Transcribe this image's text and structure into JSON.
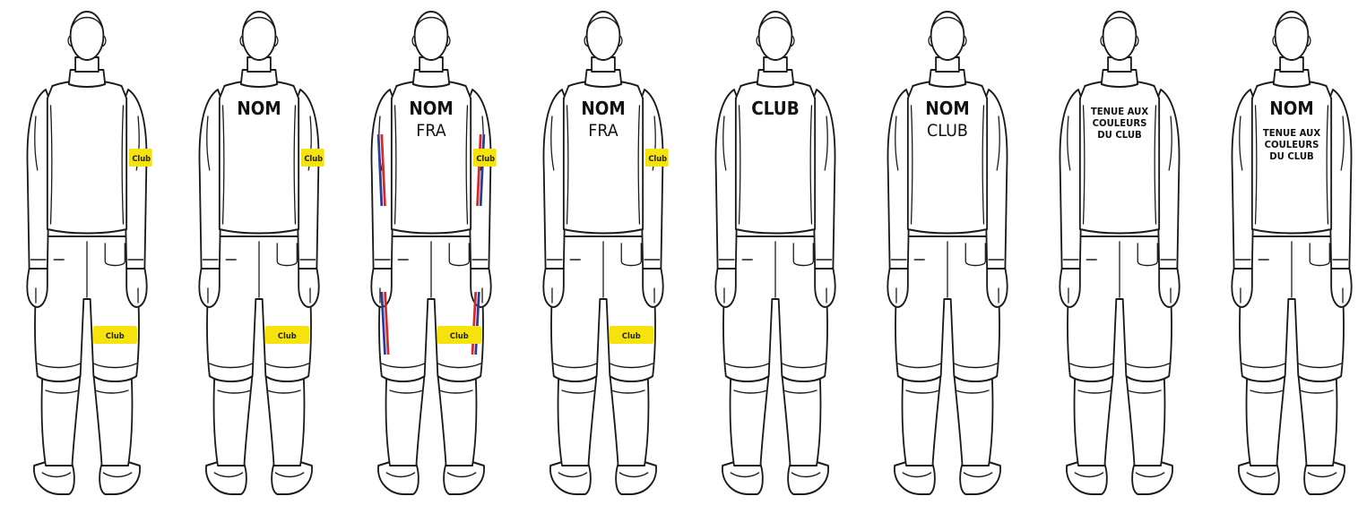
{
  "colors": {
    "badge": "#f6e20c",
    "flag_blue": "#2a3c96",
    "flag_red": "#d62a2a",
    "outline": "#1a1a1a",
    "background": "#ffffff"
  },
  "figures": [
    {
      "back_lines": [],
      "arm_badge": "Club",
      "leg_badge": "Club",
      "tricolor": false
    },
    {
      "back_lines": [
        {
          "text": "NOM",
          "weight": "bold"
        }
      ],
      "arm_badge": "Club",
      "leg_badge": "Club",
      "tricolor": false
    },
    {
      "back_lines": [
        {
          "text": "NOM",
          "weight": "bold"
        },
        {
          "text": "FRA",
          "weight": "normal"
        }
      ],
      "arm_badge": "Club",
      "leg_badge": "Club",
      "tricolor": true
    },
    {
      "back_lines": [
        {
          "text": "NOM",
          "weight": "bold"
        },
        {
          "text": "FRA",
          "weight": "normal"
        }
      ],
      "arm_badge": "Club",
      "leg_badge": "Club",
      "tricolor": false
    },
    {
      "back_lines": [
        {
          "text": "CLUB",
          "weight": "bold"
        }
      ],
      "arm_badge": "",
      "leg_badge": "",
      "tricolor": false
    },
    {
      "back_lines": [
        {
          "text": "NOM",
          "weight": "bold"
        },
        {
          "text": "CLUB",
          "weight": "normal"
        }
      ],
      "arm_badge": "",
      "leg_badge": "",
      "tricolor": false
    },
    {
      "back_lines": [
        {
          "text": "TENUE AUX",
          "weight": "bold",
          "size": "small"
        },
        {
          "text": "COULEURS",
          "weight": "bold",
          "size": "small"
        },
        {
          "text": "DU CLUB",
          "weight": "bold",
          "size": "small"
        }
      ],
      "arm_badge": "",
      "leg_badge": "",
      "tricolor": false
    },
    {
      "back_lines": [
        {
          "text": "NOM",
          "weight": "bold"
        },
        {
          "text": "TENUE AUX",
          "weight": "bold",
          "size": "small"
        },
        {
          "text": "COULEURS",
          "weight": "bold",
          "size": "small"
        },
        {
          "text": "DU CLUB",
          "weight": "bold",
          "size": "small"
        }
      ],
      "arm_badge": "",
      "leg_badge": "",
      "tricolor": false
    }
  ]
}
